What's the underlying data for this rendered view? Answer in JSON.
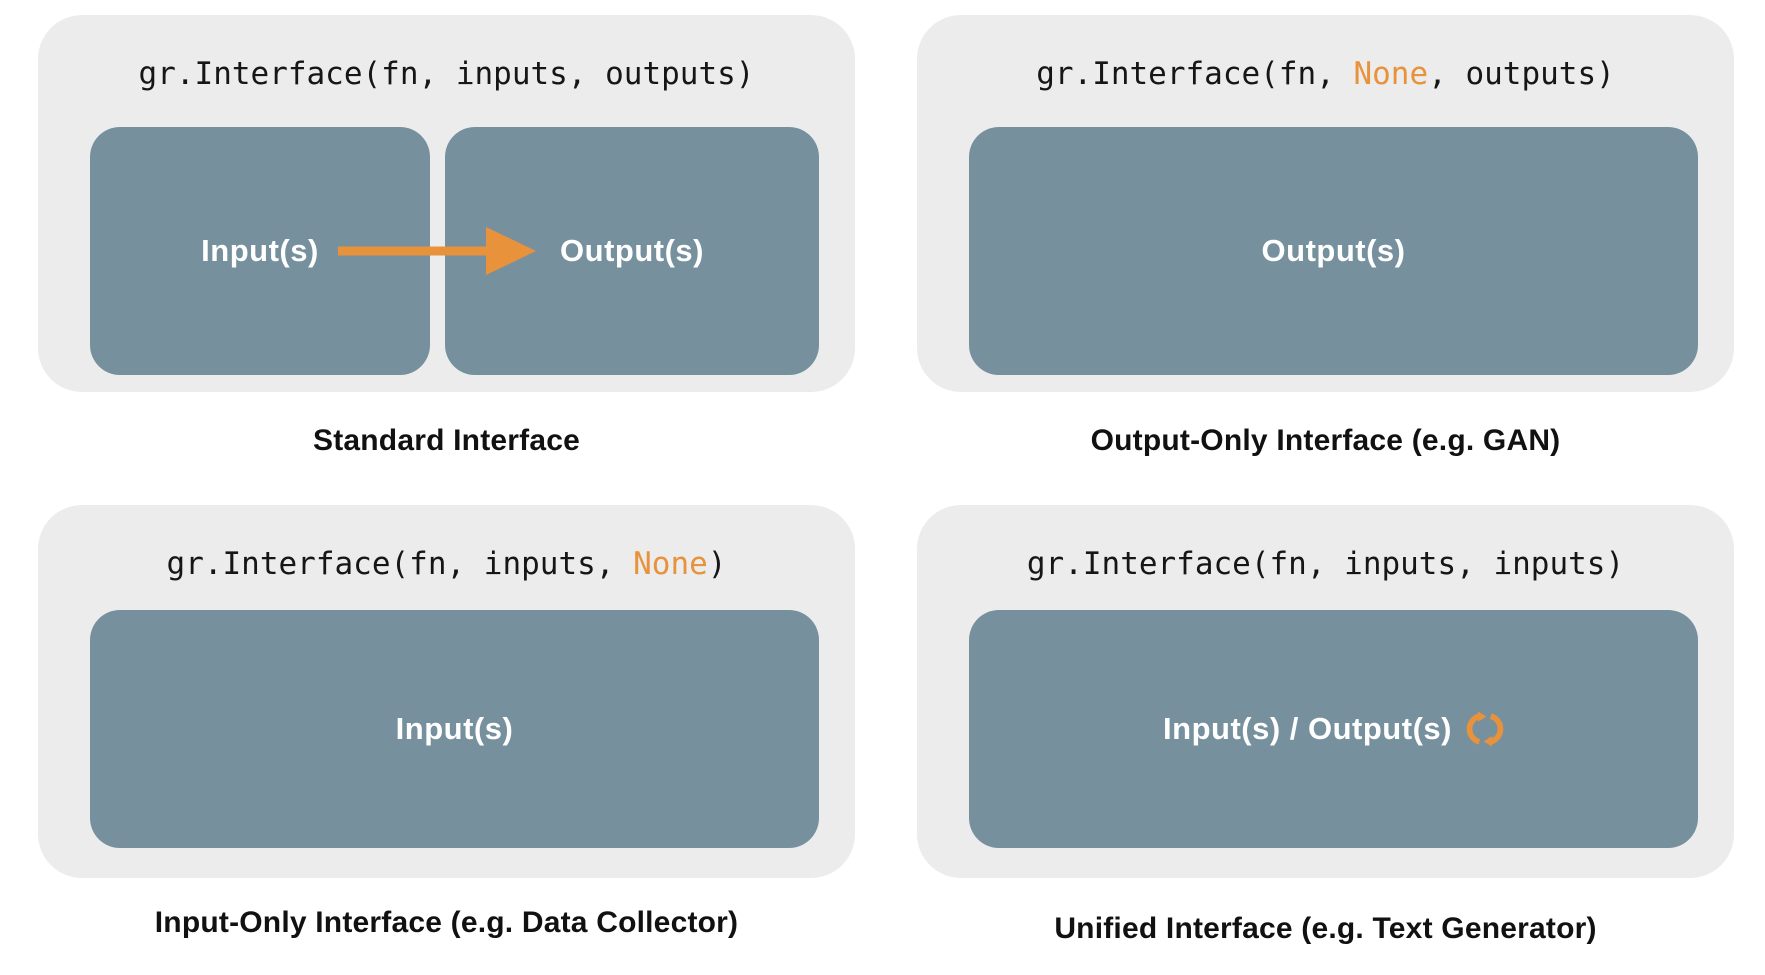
{
  "colors": {
    "accent_orange": "#E8923C",
    "box_slate": "#76909E",
    "panel_gray": "#ECECEC",
    "code_text": "#161616",
    "box_label_text": "#FFFFFF"
  },
  "panels": {
    "standard": {
      "code": "gr.Interface(fn, inputs, outputs)",
      "input_box_label": "Input(s)",
      "output_box_label": "Output(s)",
      "caption": "Standard Interface"
    },
    "output_only": {
      "code_pre": "gr.Interface(fn, ",
      "code_highlight": "None",
      "code_post": ", outputs)",
      "box_label": "Output(s)",
      "caption": "Output-Only Interface (e.g. GAN)"
    },
    "input_only": {
      "code_pre": "gr.Interface(fn, inputs, ",
      "code_highlight": "None",
      "code_post": ")",
      "box_label": "Input(s)",
      "caption": "Input-Only Interface (e.g. Data Collector)"
    },
    "unified": {
      "code": "gr.Interface(fn, inputs, inputs)",
      "box_label": "Input(s) / Output(s)",
      "icon": "sync-icon",
      "caption": "Unified Interface (e.g. Text Generator)"
    }
  }
}
